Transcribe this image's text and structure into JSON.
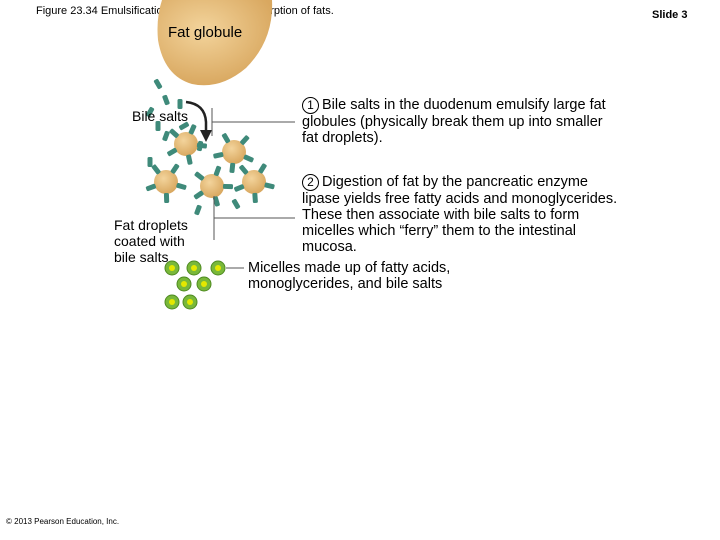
{
  "figure_title": "Figure 23.34 Emulsification, digestion, and absorption of fats.",
  "slide_number": "Slide 3",
  "labels": {
    "fat_globule": "Fat globule",
    "bile_salts": "Bile salts",
    "fat_droplets": "Fat droplets coated with bile salts",
    "micelles": "Micelles made up of fatty acids, monoglycerides, and bile salts"
  },
  "steps": [
    {
      "number": "1",
      "text": "Bile salts in the duodenum emulsify large fat globules (physically break them up into smaller fat droplets)."
    },
    {
      "number": "2",
      "text": "Digestion of fat by the pancreatic enzyme lipase yields free fatty acids and monoglycerides. These then associate with bile salts to form micelles which “ferry” them to the intestinal mucosa."
    }
  ],
  "copyright": "© 2013 Pearson Education, Inc.",
  "colors": {
    "fat": "#d9a860",
    "fat_highlight": "#f3d49c",
    "bile_salt": "#3f8a7a",
    "micelle": "#79b83a",
    "micelle_core": "#e4e800"
  }
}
